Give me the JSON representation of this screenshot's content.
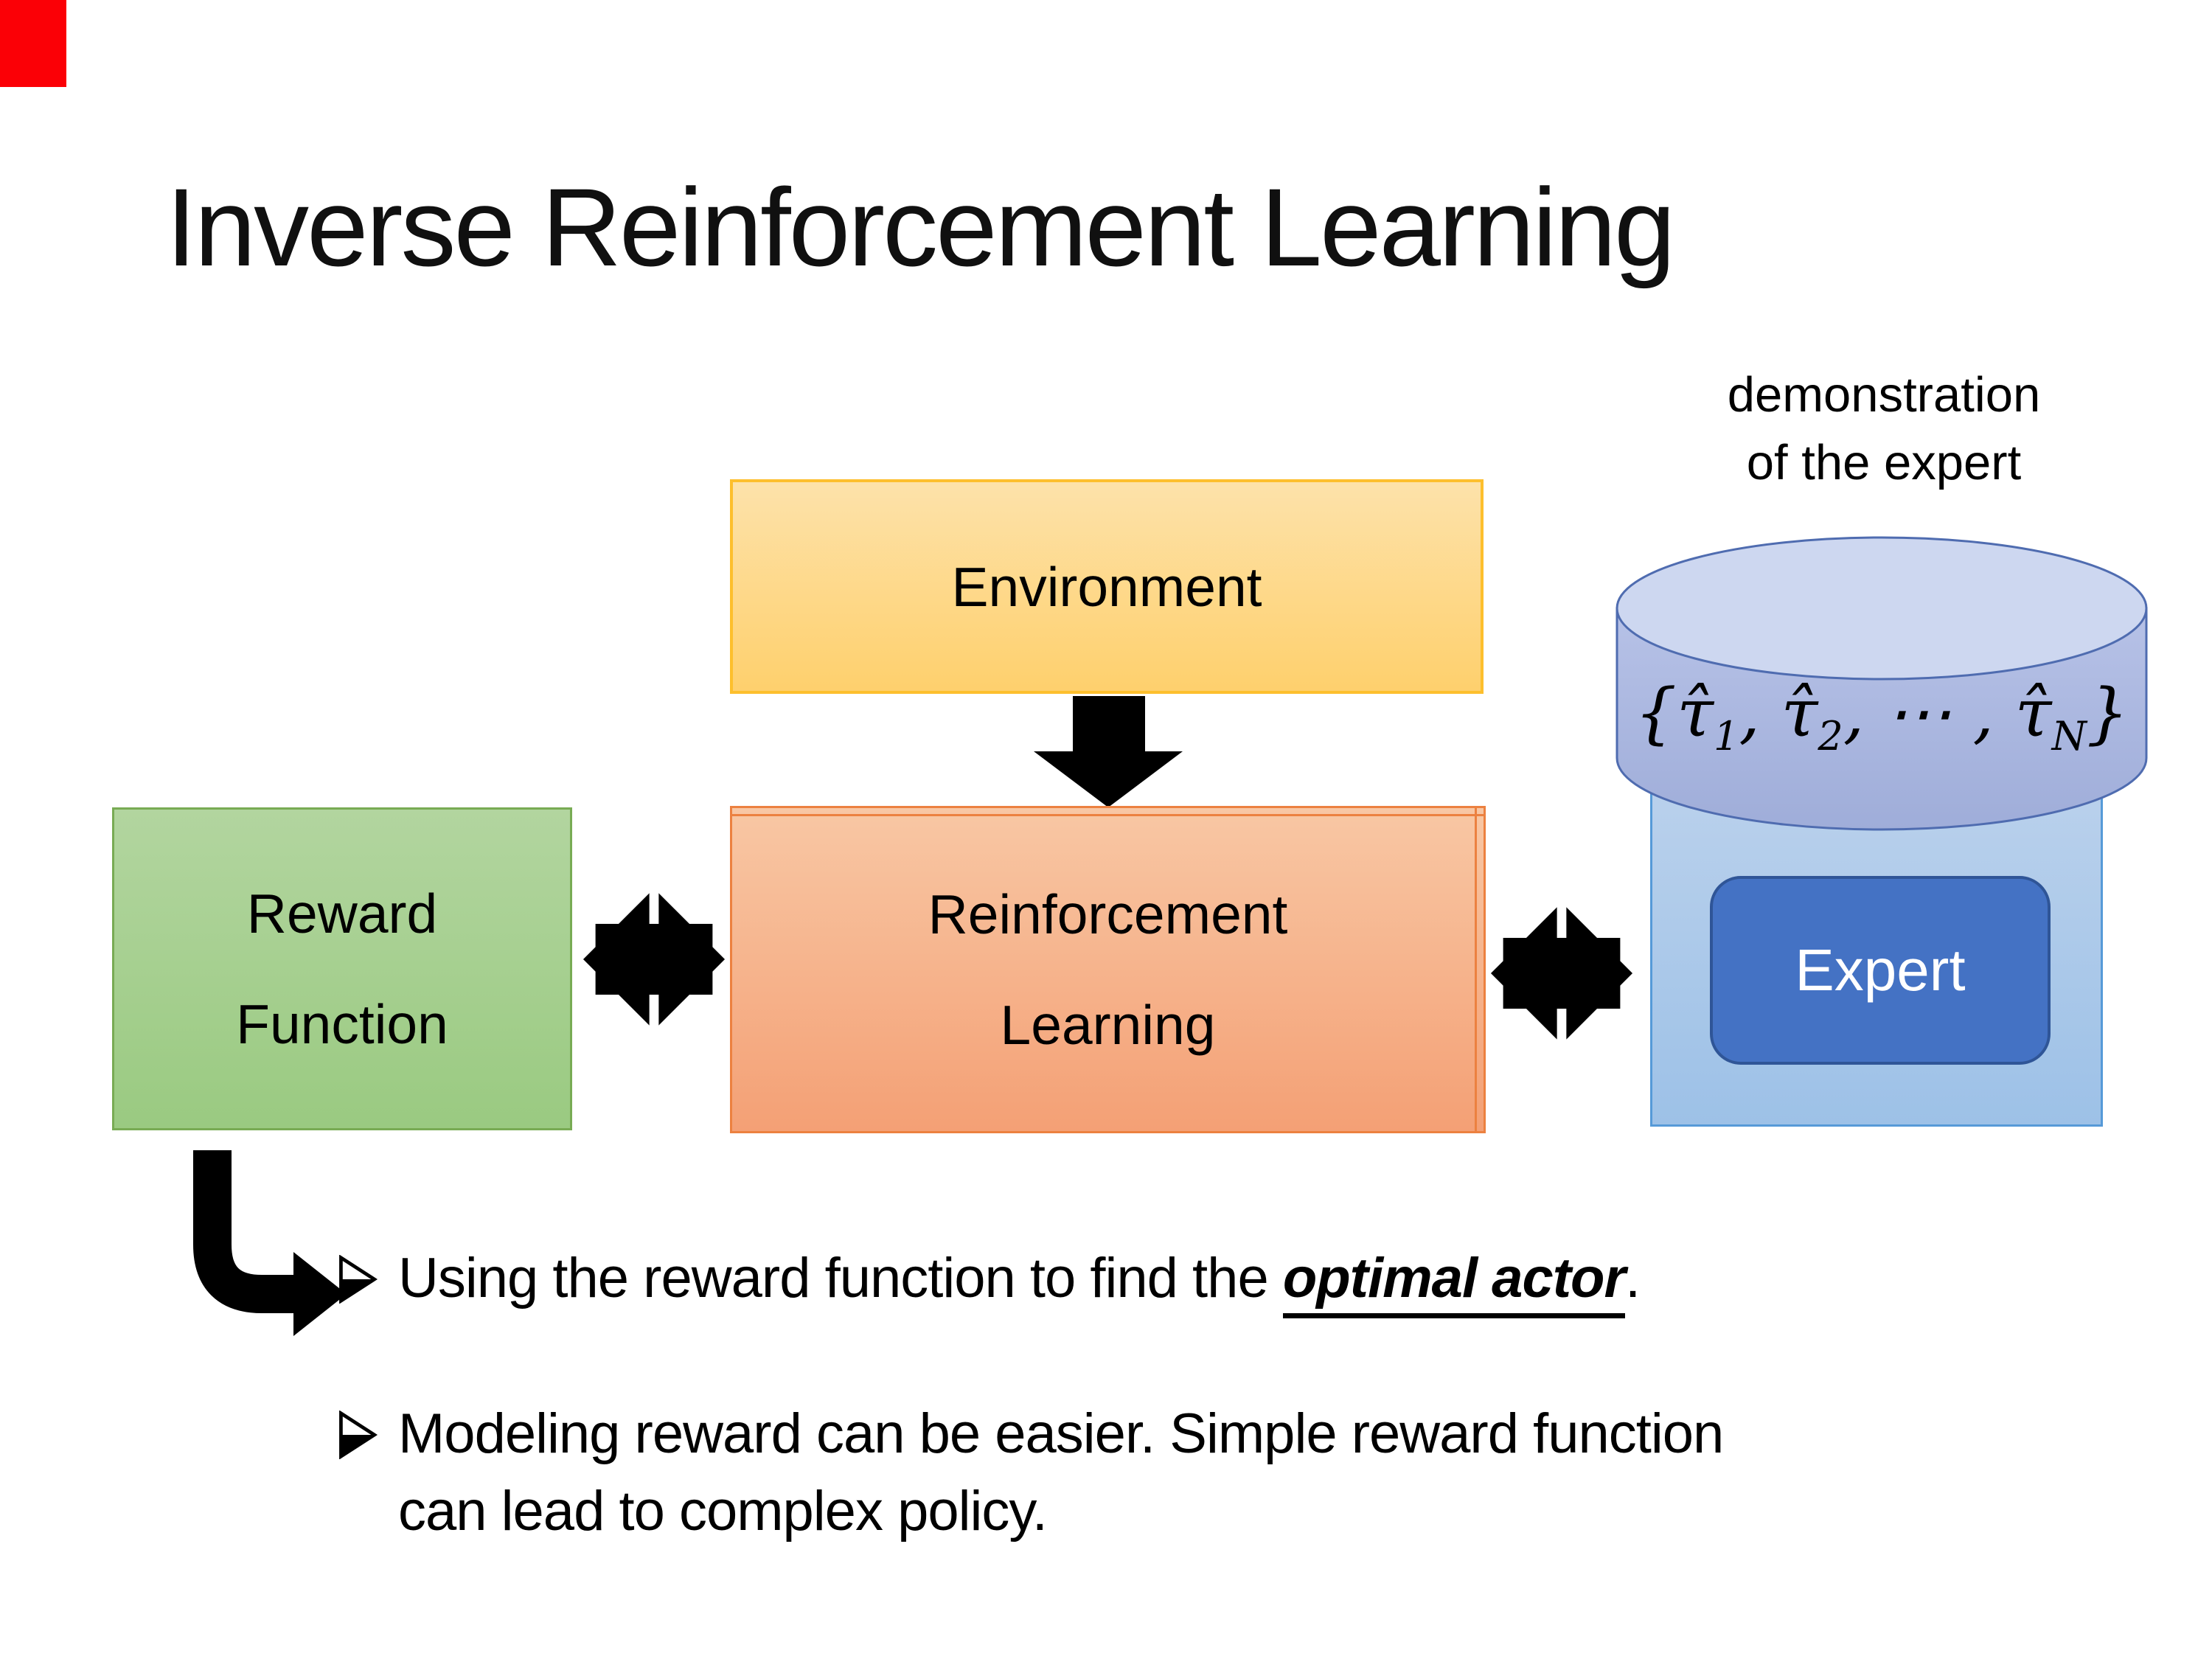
{
  "slide": {
    "title": "Inverse Reinforcement Learning",
    "corner_marker_color": "#fb0006",
    "arrow_color": "#000000",
    "demo_label": {
      "line1": "demonstration",
      "line2": "of the expert"
    },
    "environment": {
      "label": "Environment",
      "fill_top": "#fde2aa",
      "fill_bottom": "#fed06d",
      "border": "#fdbf2d"
    },
    "reward_function": {
      "line1": "Reward",
      "line2": "Function",
      "fill_top": "#b2d59f",
      "fill_bottom": "#9aca81",
      "border": "#78ab54"
    },
    "reinforcement_learning": {
      "line1": "Reinforcement",
      "line2": "Learning",
      "fill_top": "#f8c7a4",
      "fill_bottom": "#f4a075",
      "border": "#ec8140"
    },
    "expert": {
      "label": "Expert",
      "panel_fill_top": "#bad1ec",
      "panel_fill_bottom": "#9dc1e7",
      "panel_border": "#569ad8",
      "box_fill": "#4472c4",
      "box_border": "#2f5597"
    },
    "demonstrations": {
      "open": "{",
      "tau1": "τ̂",
      "sub1": "1",
      "sep1": ", ",
      "tau2": "τ̂",
      "sub2": "2",
      "sep2": ", ⋯ , ",
      "tau3": "τ̂",
      "sub3": "N",
      "close": "}",
      "cylinder_body_top": "#b7c2e7",
      "cylinder_body_bottom": "#9fadd9",
      "cylinder_top_fill": "#cdd7f0",
      "cylinder_border": "#4f6cb0"
    },
    "icons": {
      "down_arrow": "down-arrow",
      "exchange_arrow": "split-quad-exchange-arrow",
      "elbow_arrow": "bent-down-right-arrow",
      "cylinder": "database-cylinder",
      "bullet": "right-arrowhead-bullet"
    },
    "bullets": {
      "item1": {
        "pre": "Using the reward function to find the ",
        "emphasis": "optimal actor",
        "post": "."
      },
      "item2": {
        "text": "Modeling reward can be easier. Simple reward function can lead to complex policy."
      }
    }
  }
}
